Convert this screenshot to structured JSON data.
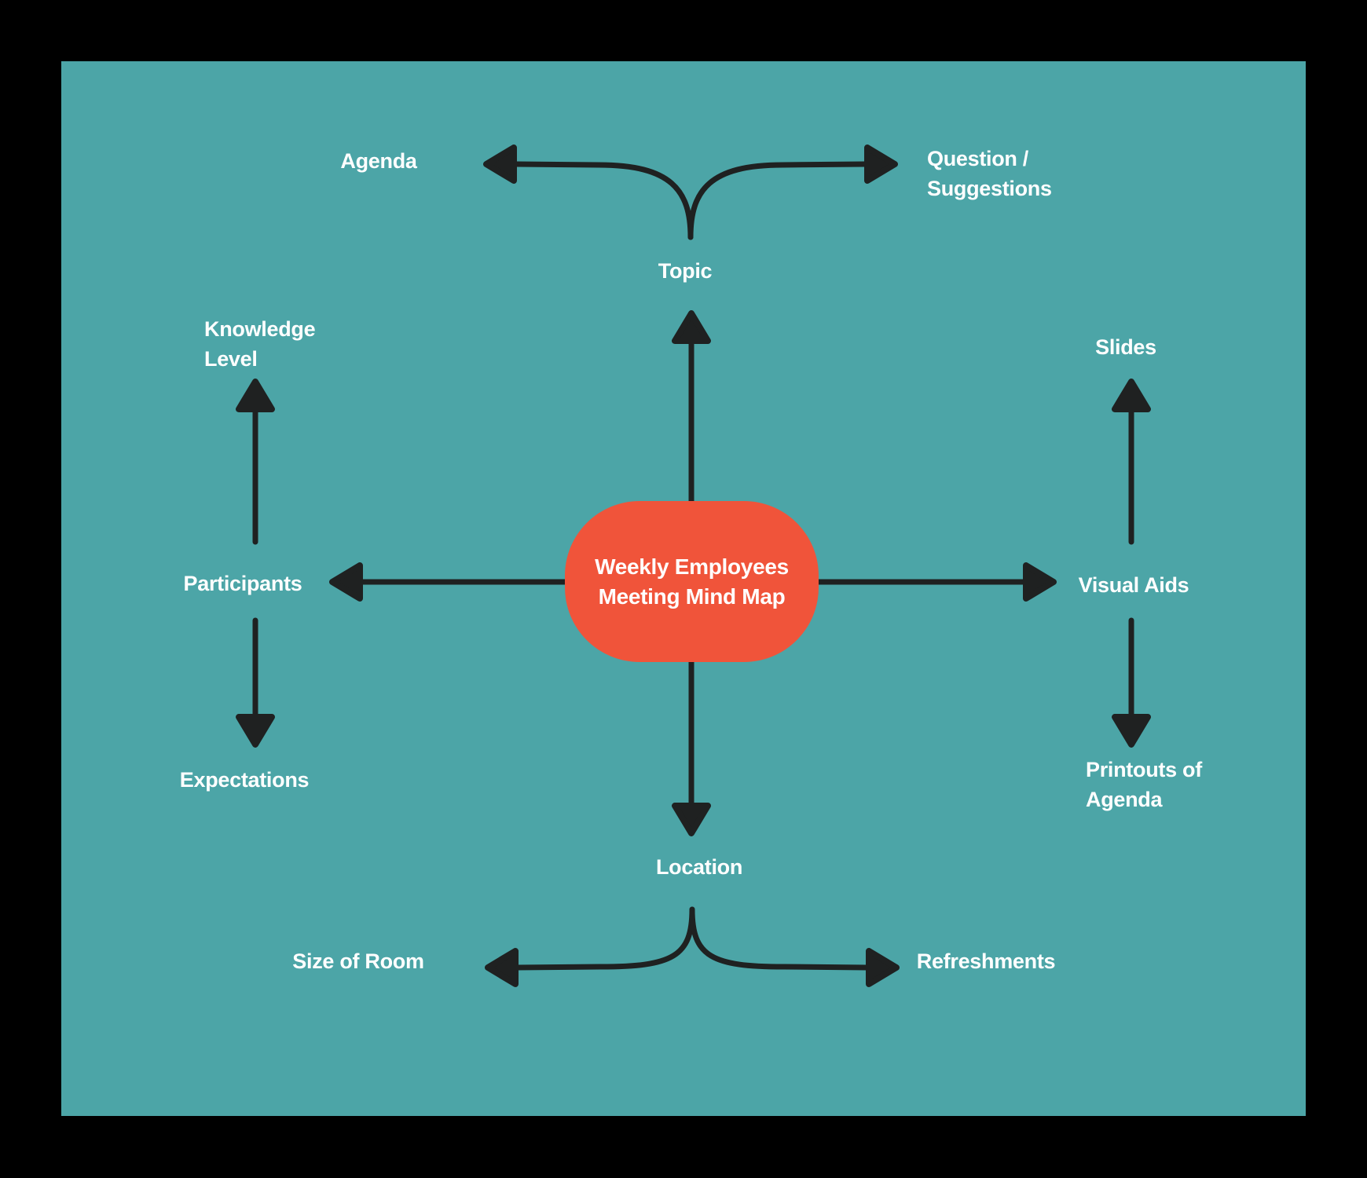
{
  "diagram": {
    "title": "Weekly Employees Meeting Mind Map",
    "center": {
      "label": "Weekly Employees\nMeeting Mind Map"
    },
    "nodes": {
      "topic": "Topic",
      "agenda": "Agenda",
      "question_suggestions": "Question /\nSuggestions",
      "participants": "Participants",
      "knowledge_level": "Knowledge\nLevel",
      "expectations": "Expectations",
      "visual_aids": "Visual Aids",
      "slides": "Slides",
      "printouts_of_agenda": "Printouts of\nAgenda",
      "location": "Location",
      "size_of_room": "Size of Room",
      "refreshments": "Refreshments"
    },
    "colors": {
      "outer_background": "#000000",
      "canvas_background": "#4CA5A7",
      "center_node_fill": "#F0543A",
      "arrow": "#1F2121",
      "text": "#FFFFFF"
    }
  }
}
